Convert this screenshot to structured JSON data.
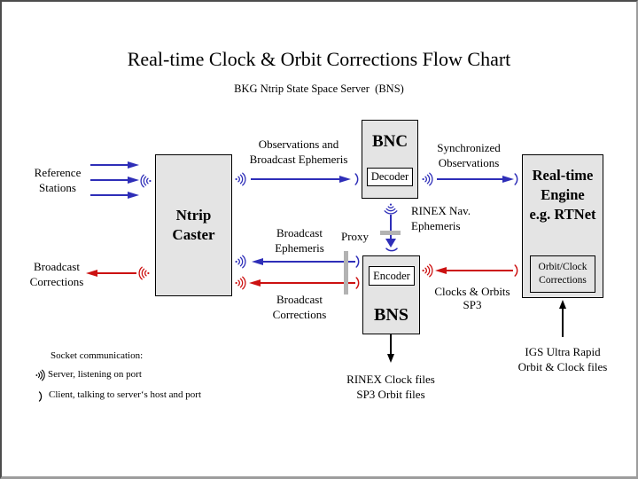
{
  "title": "Real-time Clock & Orbit Corrections Flow Chart",
  "subtitle": "BKG Ntrip State Space Server  (BNS)",
  "colors": {
    "blue": "#2e2eb8",
    "red": "#cc1111",
    "box_fill": "#e4e4e4",
    "proxy_bar": "#b3b3b3",
    "frame_dark": "#4c4c4c",
    "frame_light": "#9c9c9c"
  },
  "boxes": {
    "ntrip_caster": {
      "lines": [
        "Ntrip",
        "Caster"
      ]
    },
    "bnc": {
      "label": "BNC",
      "sub": "Decoder"
    },
    "bns": {
      "label": "BNS",
      "sub": "Encoder"
    },
    "engine": {
      "lines": [
        "Real-time",
        "Engine",
        "e.g. RTNet"
      ],
      "sub": [
        "Orbit/Clock",
        "Corrections"
      ]
    }
  },
  "labels": {
    "reference_stations": [
      "Reference",
      "Stations"
    ],
    "broadcast_corrections_left": [
      "Broadcast",
      "Corrections"
    ],
    "observations": [
      "Observations and",
      "Broadcast Ephemeris"
    ],
    "synchronized": [
      "Synchronized",
      "Observations"
    ],
    "rinex_nav": [
      "RINEX Nav.",
      "Ephemeris"
    ],
    "broadcast_ephemeris": [
      "Broadcast",
      "Ephemeris"
    ],
    "broadcast_corrections": [
      "Broadcast",
      "Corrections"
    ],
    "proxy": "Proxy",
    "clocks_orbits": [
      "Clocks & Orbits",
      "SP3"
    ],
    "rinex_files": [
      "RINEX Clock files",
      "SP3 Orbit files"
    ],
    "igs": [
      "IGS Ultra Rapid",
      "Orbit & Clock files"
    ]
  },
  "legend": {
    "title": "Socket communication:",
    "server": "Server, listening on port",
    "client": "Client, talking to server‘s host and port"
  },
  "icons": {
    "socket_server_icon": "dot with three nested listening-wave arcs  ·)))",
    "socket_client_icon": "single arc  )"
  }
}
